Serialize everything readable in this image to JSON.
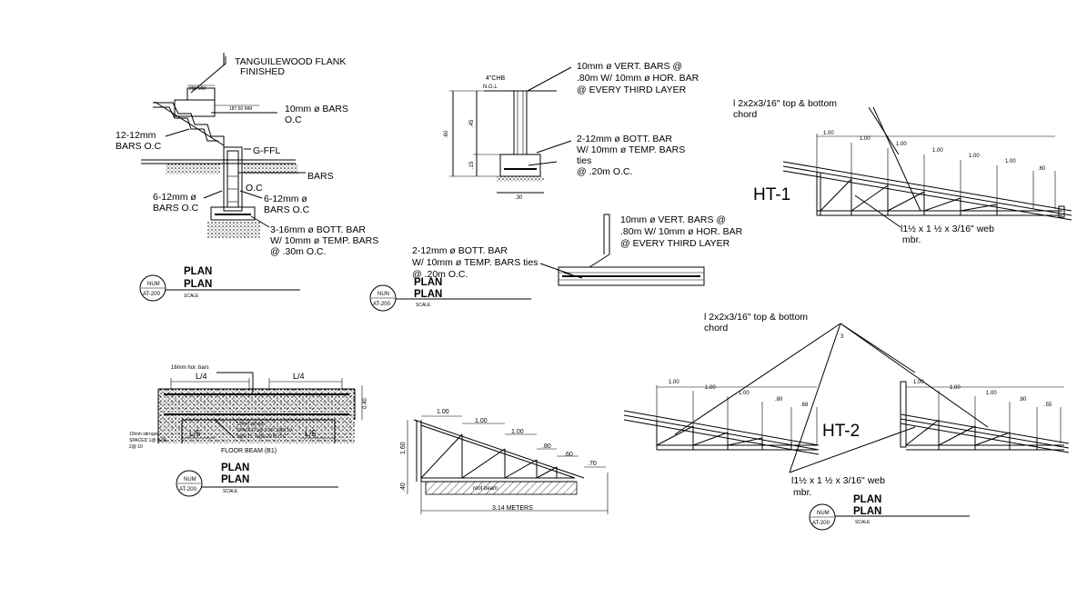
{
  "footing": {
    "flank_label": [
      "TANGUILEWOOD FLANK",
      "FINISHED"
    ],
    "dim_280": "280 MM",
    "dim_187": "187.50 MM",
    "bars_10": [
      "10mm ø BARS",
      "O.C"
    ],
    "bars_12": [
      "12-12mm",
      "BARS O.C"
    ],
    "ffl": "G-FFL",
    "bars": "BARS",
    "oc": "O.C",
    "bars_6_left": [
      "6-12mm ø",
      "BARS O.C"
    ],
    "bars_6_right": [
      "6-12mm ø",
      "BARS O.C"
    ],
    "bott_bar": [
      "3-16mm ø BOTT. BAR",
      "W/ 10mm ø TEMP. BARS",
      "@ .30m O.C."
    ],
    "title": [
      "PLAN",
      "PLAN"
    ],
    "scale": "SCALE",
    "bubble": [
      "NUM",
      "AT-200"
    ]
  },
  "wall_footing": {
    "chb": "4\"CHB",
    "ngl": "N.G.L",
    "dims": [
      ".60",
      ".45",
      ".15",
      ".30"
    ],
    "vert_bars": [
      "10mm ø VERT. BARS @",
      ".80m W/ 10mm ø HOR. BAR",
      "@ EVERY THIRD LAYER"
    ],
    "bott_bar": [
      "2-12mm ø BOTT. BAR",
      "W/ 10mm ø TEMP. BARS",
      "ties",
      "@ .20m O.C."
    ]
  },
  "wall_plan": {
    "vert_bars": [
      "10mm ø VERT. BARS @",
      ".80m W/ 10mm ø HOR. BAR",
      "@ EVERY THIRD LAYER"
    ],
    "bott_bar": [
      "2-12mm ø BOTT. BAR",
      "W/ 10mm ø TEMP. BARS ties",
      "@ .20m O.C."
    ],
    "title": [
      "PLAN",
      "PLAN"
    ],
    "scale": "SCALE",
    "bubble": [
      "NUN",
      "AT-200"
    ]
  },
  "ht1": {
    "chord": [
      "l 2x2x3/16\" top & bottom",
      "chord"
    ],
    "label": "HT-1",
    "web": [
      "l1½ x 1 ½ x 3/16\" web",
      "mbr."
    ],
    "dims": [
      "1.00",
      "1.00",
      "1.00",
      "1.00",
      "1.00",
      "1.00",
      ".60"
    ]
  },
  "ht2": {
    "chord": [
      "l 2x2x3/16\" top & bottom",
      "chord"
    ],
    "label": "HT-2",
    "web": [
      "l1½ x 1 ½ x 3/16\" web",
      "mbr."
    ],
    "marker": "3",
    "dims_left": [
      "1.00",
      "1.00",
      "1.00",
      ".80",
      ".68"
    ],
    "dims_right": [
      "1.00",
      "1.00",
      "1.00",
      ".80",
      ".55"
    ],
    "title": [
      "PLAN",
      "PLAN"
    ],
    "scale": "SCALE",
    "bubble": [
      "NUM",
      "AT-200"
    ]
  },
  "floor_beam": {
    "hor_bars": "16mm hor. bars",
    "l4_left": "L/4",
    "l4_right": "L/4",
    "l5_left": "L/5",
    "l5_right": "L/5",
    "height": "0.40",
    "stirrups_left": [
      "10mm stirrups",
      "SPACED 1@ 0.05,",
      "2@ 10"
    ],
    "stirrups_mid": [
      "10mm stirrups",
      "SPACED 1@ 0.05, 2@0.10,",
      "3@0.15, R@0.20 M.O.C"
    ],
    "caption": "FLOOR BEAM (B1)",
    "title": [
      "PLAN",
      "PLAN"
    ],
    "scale": "SCALE",
    "bubble": [
      "NUM",
      "AT-200"
    ]
  },
  "roof_truss": {
    "top_dims": [
      "1.00",
      "1.00",
      "1.00",
      ".80",
      ".60",
      ".70"
    ],
    "height_dims": [
      "1.60",
      ".40"
    ],
    "roof_beam": "roof beam",
    "span": "3.14 METERS"
  }
}
